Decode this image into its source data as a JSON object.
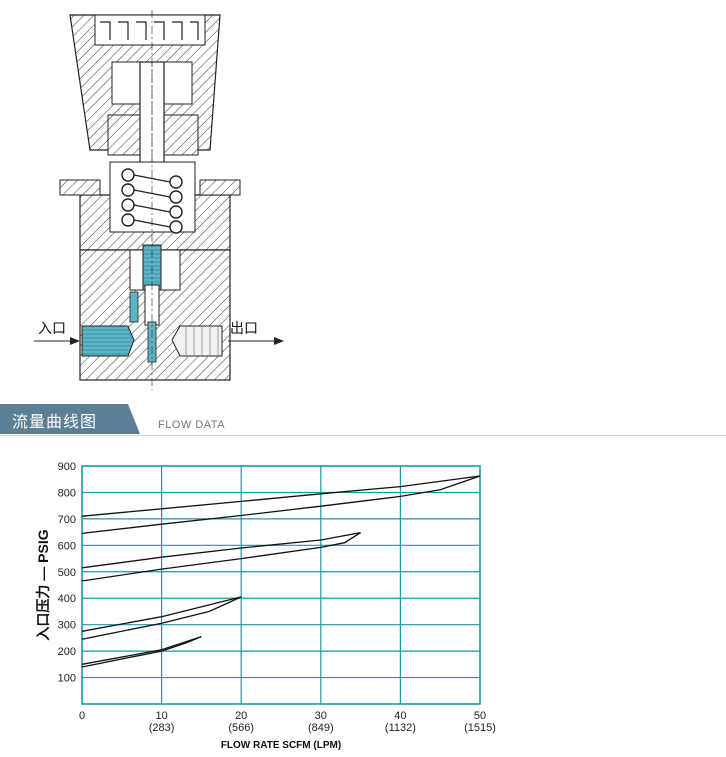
{
  "diagram": {
    "inlet_label": "入口",
    "outlet_label": "出口"
  },
  "section": {
    "title_cn": "流量曲线图",
    "title_en": "FLOW DATA",
    "tab_color": "#5b7f95"
  },
  "colors": {
    "grid": "#1a9aa5",
    "curve": "#111111",
    "accent_fluid": "#5fb4c4"
  },
  "chart_data": {
    "type": "line",
    "xlabel": "FLOW RATE SCFM (LPM)",
    "ylabel": "入口压力 — PSIG",
    "xlim": [
      0,
      50
    ],
    "ylim": [
      0,
      900
    ],
    "x_ticks": [
      {
        "value": 0,
        "label": "0",
        "sub": ""
      },
      {
        "value": 10,
        "label": "10",
        "sub": "(283)"
      },
      {
        "value": 20,
        "label": "20",
        "sub": "(566)"
      },
      {
        "value": 30,
        "label": "30",
        "sub": "(849)"
      },
      {
        "value": 40,
        "label": "40",
        "sub": "(1132)"
      },
      {
        "value": 50,
        "label": "50",
        "sub": "(1515)"
      }
    ],
    "y_ticks": [
      100,
      200,
      300,
      400,
      500,
      600,
      700,
      800,
      900
    ],
    "grid": true,
    "series": [
      {
        "points": [
          [
            0,
            710
          ],
          [
            10,
            738
          ],
          [
            20,
            766
          ],
          [
            30,
            795
          ],
          [
            40,
            822
          ],
          [
            50,
            862
          ]
        ]
      },
      {
        "points": [
          [
            0,
            645
          ],
          [
            10,
            680
          ],
          [
            20,
            713
          ],
          [
            30,
            748
          ],
          [
            40,
            785
          ],
          [
            45,
            810
          ],
          [
            50,
            862
          ]
        ]
      },
      {
        "points": [
          [
            0,
            515
          ],
          [
            10,
            555
          ],
          [
            20,
            590
          ],
          [
            30,
            620
          ],
          [
            35,
            648
          ]
        ]
      },
      {
        "points": [
          [
            0,
            465
          ],
          [
            10,
            510
          ],
          [
            20,
            550
          ],
          [
            30,
            592
          ],
          [
            33,
            610
          ],
          [
            35,
            648
          ]
        ]
      },
      {
        "points": [
          [
            0,
            275
          ],
          [
            10,
            330
          ],
          [
            20,
            405
          ]
        ]
      },
      {
        "points": [
          [
            0,
            245
          ],
          [
            10,
            305
          ],
          [
            16,
            350
          ],
          [
            20,
            405
          ]
        ]
      },
      {
        "points": [
          [
            0,
            150
          ],
          [
            10,
            205
          ],
          [
            15,
            255
          ]
        ]
      },
      {
        "points": [
          [
            0,
            140
          ],
          [
            5,
            170
          ],
          [
            10,
            200
          ],
          [
            13,
            230
          ],
          [
            15,
            255
          ]
        ]
      }
    ]
  }
}
